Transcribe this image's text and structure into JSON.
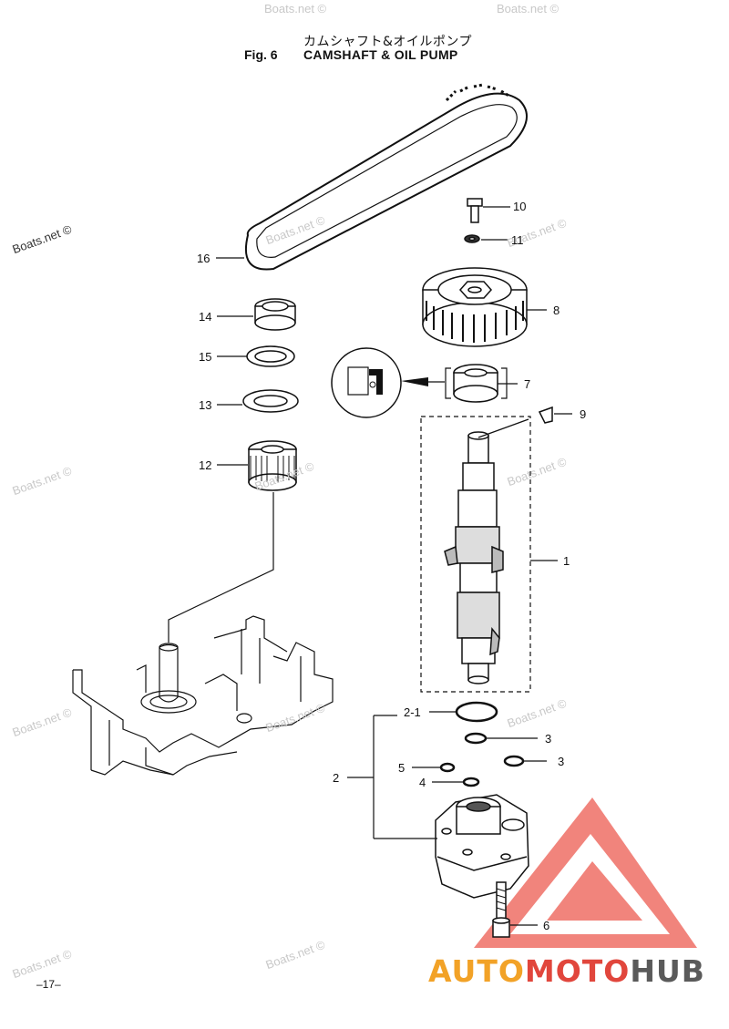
{
  "header": {
    "title_jp": "カムシャフト&オイルポンプ",
    "fig_number": "Fig. 6",
    "title_en": "CAMSHAFT & OIL PUMP"
  },
  "watermark": "Boats.net ©",
  "page_number": "–17–",
  "brand": {
    "part1": "AUTO",
    "part2": "MOTO",
    "part3": "HUB",
    "accent_color": "#e1463c",
    "secondary_color": "#f2a227"
  },
  "callouts": {
    "c1": "1",
    "c2": "2",
    "c2_1": "2-1",
    "c3a": "3",
    "c3b": "3",
    "c4": "4",
    "c5": "5",
    "c6": "6",
    "c7": "7",
    "c8": "8",
    "c9": "9",
    "c10": "10",
    "c11": "11",
    "c12": "12",
    "c13": "13",
    "c14": "14",
    "c15": "15",
    "c16": "16"
  }
}
